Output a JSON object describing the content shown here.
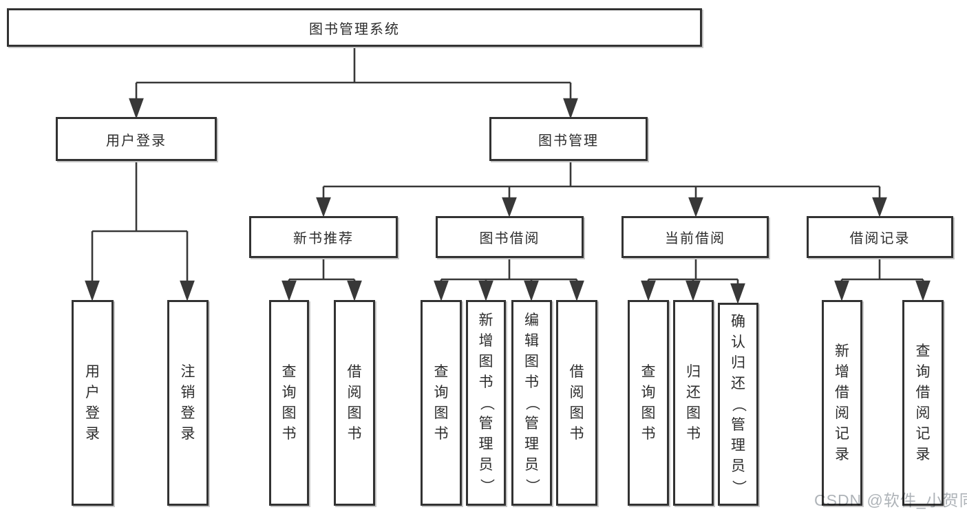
{
  "colors": {
    "line": "#383838",
    "box_border": "#323232",
    "box_fill": "#ffffff",
    "text": "#2d2d2d",
    "shadow": "#c7c7c7",
    "watermark": "#aeb3b8",
    "background": "#ffffff"
  },
  "watermark": {
    "text": "CSDN @软件_小贺同学"
  },
  "tree": {
    "root": {
      "label": "图书管理系统"
    },
    "branches": [
      {
        "label": "用户登录",
        "children": [
          {
            "label": "用户登录"
          },
          {
            "label": "注销登录"
          }
        ]
      },
      {
        "label": "图书管理",
        "children": [
          {
            "label": "新书推荐",
            "children": [
              {
                "label": "查询图书"
              },
              {
                "label": "借阅图书"
              }
            ]
          },
          {
            "label": "图书借阅",
            "children": [
              {
                "label": "查询图书"
              },
              {
                "label": "新增图书（管理员）"
              },
              {
                "label": "编辑图书（管理员）"
              },
              {
                "label": "借阅图书"
              }
            ]
          },
          {
            "label": "当前借阅",
            "children": [
              {
                "label": "查询图书"
              },
              {
                "label": "归还图书"
              },
              {
                "label": "确认归还（管理员）"
              }
            ]
          },
          {
            "label": "借阅记录",
            "children": [
              {
                "label": "新增借阅记录"
              },
              {
                "label": "查询借阅记录"
              }
            ]
          }
        ]
      }
    ]
  }
}
